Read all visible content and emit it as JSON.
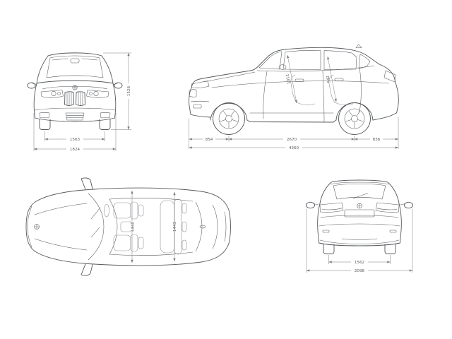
{
  "diagram": {
    "front": {
      "track_front": "1563",
      "width": "1824",
      "height": "1526"
    },
    "side": {
      "front_overhang": "854",
      "wheelbase": "2670",
      "rear_overhang": "836",
      "length": "4360",
      "headroom_front": "1011",
      "headroom_rear": "942"
    },
    "top": {
      "interior_width_front": "1440",
      "interior_width_rear": "1443"
    },
    "rear": {
      "track_rear": "1562",
      "width_mirrors": "2098"
    }
  }
}
